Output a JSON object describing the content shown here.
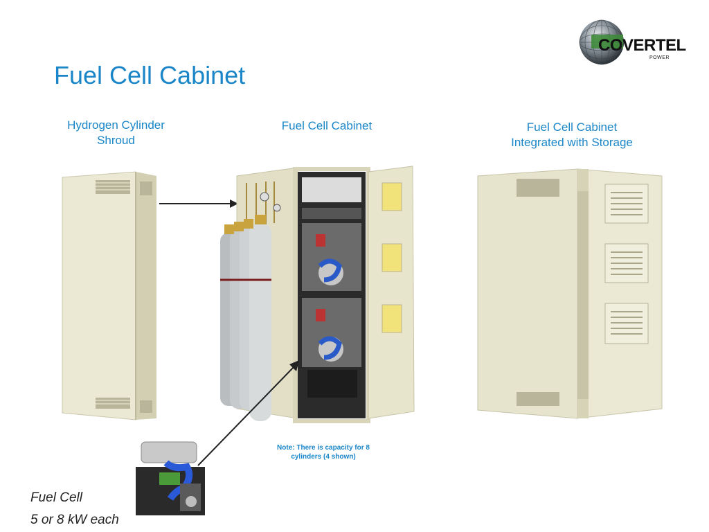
{
  "logo": {
    "wordmark": "COVERTEL",
    "tagline": "POWER"
  },
  "slide": {
    "title": "Fuel Cell Cabinet"
  },
  "captions": {
    "left_line1": "Hydrogen Cylinder",
    "left_line2": "Shroud",
    "center": "Fuel Cell Cabinet",
    "right_line1": "Fuel Cell Cabinet",
    "right_line2": "Integrated with Storage"
  },
  "note": {
    "line1": "Note: There is capacity for 8",
    "line2": "cylinders (4 shown)"
  },
  "fuel_cell": {
    "line1": "Fuel Cell",
    "line2": "5 or 8 kW each"
  }
}
